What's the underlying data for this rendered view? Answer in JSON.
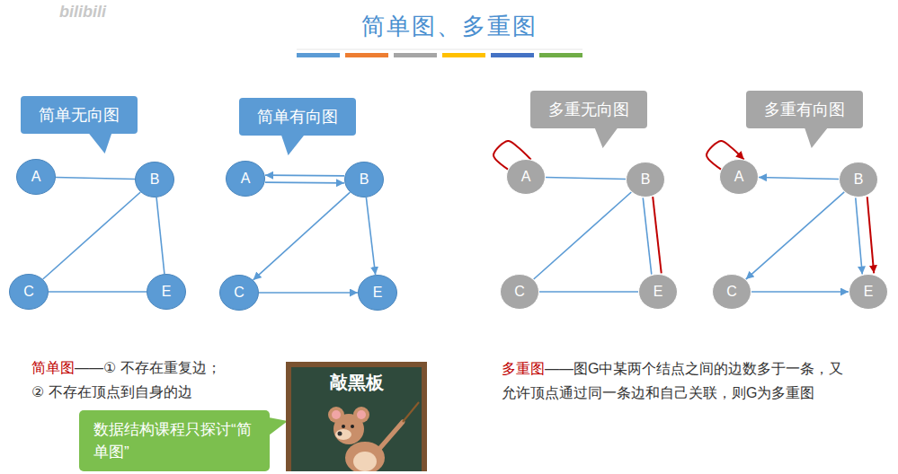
{
  "diagram": {
    "title": "简单图、多重图",
    "nodes": [
      {
        "text": [
          "简单无向图"
        ]
      },
      {
        "text": [
          "A"
        ]
      },
      {
        "text": [
          "B"
        ]
      },
      {
        "text": [
          "C"
        ]
      },
      {
        "text": [
          "E"
        ]
      },
      {
        "text": [
          "简单有向图"
        ]
      },
      {
        "text": [
          "A"
        ]
      },
      {
        "text": [
          "B"
        ]
      },
      {
        "text": [
          "C"
        ]
      },
      {
        "text": [
          "E"
        ]
      },
      {
        "text": [
          "多重无向图"
        ]
      },
      {
        "text": [
          "A"
        ]
      },
      {
        "text": [
          "B"
        ]
      },
      {
        "text": [
          "C"
        ]
      },
      {
        "text": [
          "E"
        ]
      },
      {
        "text": [
          "多重有向图"
        ]
      },
      {
        "text": [
          "A"
        ]
      },
      {
        "text": [
          "B"
        ]
      },
      {
        "text": [
          "C"
        ]
      },
      {
        "text": [
          "E"
        ]
      },
      {
        "text": [
          "数据结构课程只探讨“简单图”"
        ]
      },
      {
        "text": [
          "敲黑板"
        ]
      }
    ],
    "edges": [
      {
        "from": 1,
        "to": 2,
        "arrow": "none"
      },
      {
        "from": 2,
        "to": 3,
        "arrow": "none"
      },
      {
        "from": 2,
        "to": 4,
        "arrow": "none"
      },
      {
        "from": 3,
        "to": 4,
        "arrow": "none"
      },
      {
        "from": 6,
        "to": 7,
        "arrow": "to"
      },
      {
        "from": 7,
        "to": 6,
        "arrow": "to"
      },
      {
        "from": 7,
        "to": 8,
        "arrow": "to"
      },
      {
        "from": 7,
        "to": 9,
        "arrow": "to"
      },
      {
        "from": 8,
        "to": 9,
        "arrow": "to"
      },
      {
        "from": 11,
        "to": 11,
        "arrow": "none"
      },
      {
        "from": 11,
        "to": 12,
        "arrow": "none"
      },
      {
        "from": 12,
        "to": 13,
        "arrow": "none"
      },
      {
        "from": 12,
        "to": 14,
        "arrow": "none"
      },
      {
        "from": 12,
        "to": 14,
        "arrow": "none"
      },
      {
        "from": 13,
        "to": 14,
        "arrow": "none"
      },
      {
        "from": 16,
        "to": 16,
        "arrow": "to"
      },
      {
        "from": 17,
        "to": 16,
        "arrow": "to"
      },
      {
        "from": 17,
        "to": 18,
        "arrow": "to"
      },
      {
        "from": 17,
        "to": 19,
        "arrow": "to"
      },
      {
        "from": 17,
        "to": 19,
        "arrow": "to"
      },
      {
        "from": 18,
        "to": 19,
        "arrow": "to"
      }
    ],
    "labels": [
      "bilibili",
      "简单图",
      "——① 不存在重复边；",
      "② 不存在顶点到自身的边",
      "多重图",
      "——图G中某两个结点之间的边数多于一条，又允许顶点通过同一条边和自己关联，则G为多重图"
    ]
  }
}
